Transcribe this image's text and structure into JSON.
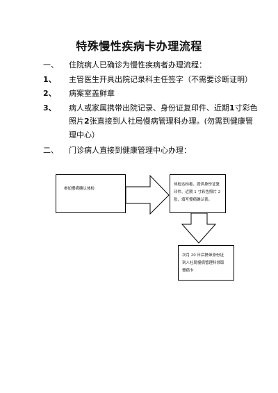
{
  "document": {
    "title": "特殊慢性疾病卡办理流程"
  },
  "section1": {
    "marker": "一、",
    "text": "住院病人已确诊为慢性疾病者办理流程：",
    "items": [
      {
        "marker": "1、",
        "text": "主管医生开具出院记录科主任签字（不需要诊断证明）"
      },
      {
        "marker": "2、",
        "text": "病案室盖鲜章"
      },
      {
        "marker": "3、",
        "line1_a": "病人或家属携带出院记录、身份证复印件、近期",
        "line1_num": "1",
        "line1_b": "寸彩色",
        "line2_a": "照片",
        "line2_num": "2",
        "line2_b": "张直接到人社局慢病管理科办理。(勿需到健康管",
        "line3": "理中心）"
      }
    ]
  },
  "section2": {
    "marker": "二、",
    "text": "门诊病人直接到健康管理中心办理："
  },
  "flowchart": {
    "box1": "参加慢病确认体检",
    "box2_lines": [
      "体检达标者，提供身份证复",
      "印件、近期 1 寸彩色照片 2",
      "张，填写慢病确认表。"
    ],
    "box3_lines": [
      "次月 20 日后携带身份证",
      "到人社局慢病管理科领取",
      "慢病卡"
    ]
  }
}
